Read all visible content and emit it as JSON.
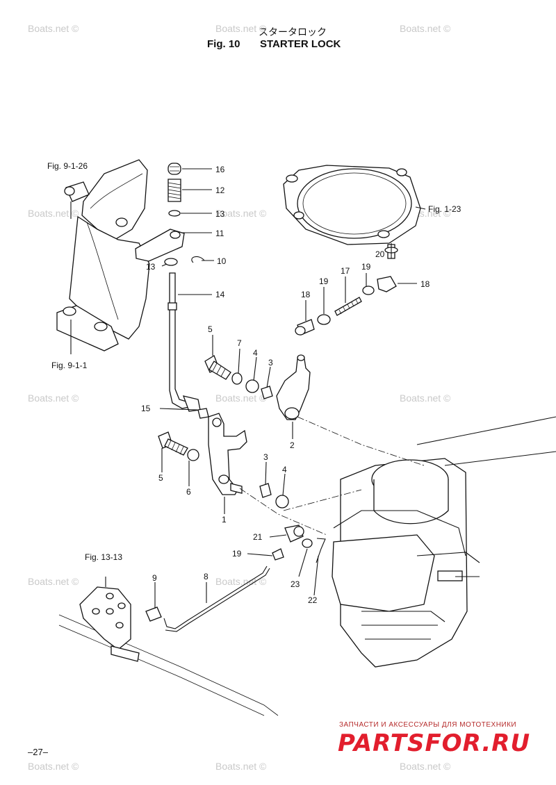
{
  "header": {
    "title_jp": "スタータロック",
    "fig_label": "Fig. 10",
    "title_en": "STARTER LOCK"
  },
  "references": {
    "r9126": "Fig. 9-1-26",
    "r911": "Fig. 9-1-1",
    "r123": "Fig. 1-23",
    "r1313": "Fig. 13-13"
  },
  "callouts": {
    "c16": "16",
    "c12": "12",
    "c13a": "13",
    "c11": "11",
    "c10": "10",
    "c13b": "13",
    "c14": "14",
    "c20": "20",
    "c19a": "19",
    "c17": "17",
    "c19b": "19",
    "c18a": "18",
    "c18b": "18",
    "c5a": "5",
    "c7": "7",
    "c4a": "4",
    "c3a": "3",
    "c2": "2",
    "c15": "15",
    "c5b": "5",
    "c6": "6",
    "c3b": "3",
    "c4b": "4",
    "c1": "1",
    "c21": "21",
    "c19c": "19",
    "c23": "23",
    "c22": "22",
    "c9": "9",
    "c8": "8"
  },
  "watermark": "Boats.net ©",
  "footer": {
    "page_number": "–27–",
    "brand_subtitle": "ЗАПЧАСТИ И АКСЕССУАРЫ ДЛЯ МОТОТЕХНИКИ",
    "brand_name": "PARTSFOR.RU"
  }
}
